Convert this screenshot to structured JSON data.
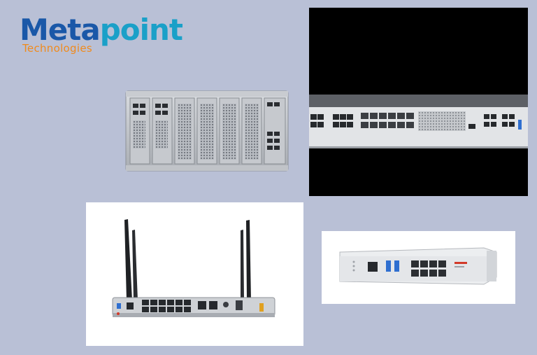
{
  "brand": {
    "name_part1": "Meta",
    "name_part2": "point",
    "tagline": "Technologies",
    "colors": {
      "primary": "#1a58a8",
      "accent": "#1aa0c8",
      "tagline": "#f08a1c",
      "background": "#b9c0d6"
    }
  },
  "images": [
    {
      "subject": "modular-chassis-firewall"
    },
    {
      "subject": "rackmount-firewall-front-panel"
    },
    {
      "subject": "wireless-desktop-firewall-with-antennas"
    },
    {
      "subject": "compact-desktop-firewall"
    }
  ]
}
